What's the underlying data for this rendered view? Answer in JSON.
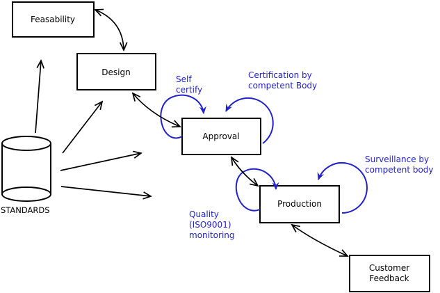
{
  "diagram": {
    "nodes": {
      "feasability": {
        "label": "Feasability"
      },
      "design": {
        "label": "Design"
      },
      "approval": {
        "label": "Approval"
      },
      "production": {
        "label": "Production"
      },
      "customer_feedback": {
        "line1": "Customer",
        "line2": "Feedback"
      },
      "standards": {
        "label": "STANDARDS"
      }
    },
    "annotations": {
      "self_certify": {
        "line1": "Self",
        "line2": "certify"
      },
      "certification": {
        "line1": "Certification by",
        "line2": "competent Body"
      },
      "surveillance": {
        "line1": "Surveillance by",
        "line2": "competent body"
      },
      "quality": {
        "line1": "Quality",
        "line2": "(ISO9001)",
        "line3": "monitoring"
      }
    },
    "colors": {
      "annotation_blue": "#2222cc",
      "line_black": "#000000",
      "background": "#ffffff",
      "box_fill": "#ffffff"
    }
  }
}
